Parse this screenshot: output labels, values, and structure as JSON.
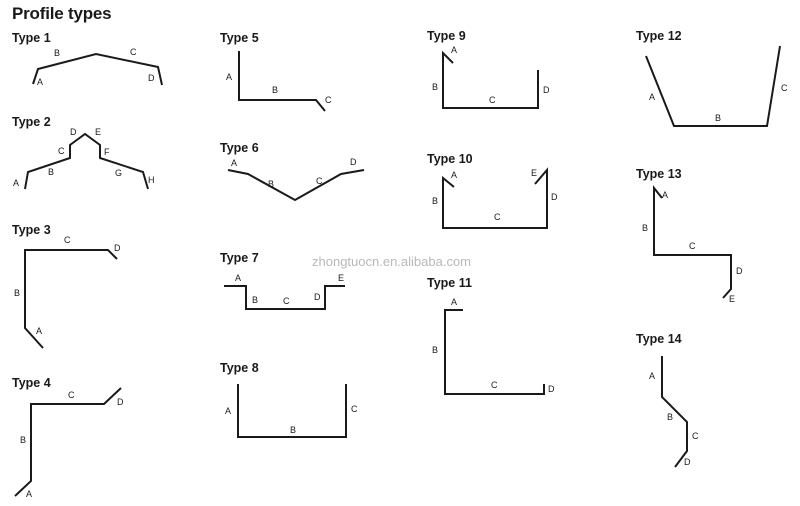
{
  "page_title": "Profile types",
  "watermark": "zhongtuocn.en.alibaba.com",
  "profiles": [
    {
      "title": "Type 1",
      "labels": [
        "A",
        "B",
        "C",
        "D"
      ]
    },
    {
      "title": "Type 2",
      "labels": [
        "A",
        "B",
        "C",
        "D",
        "E",
        "F",
        "G",
        "H"
      ]
    },
    {
      "title": "Type 3",
      "labels": [
        "A",
        "B",
        "C",
        "D"
      ]
    },
    {
      "title": "Type 4",
      "labels": [
        "A",
        "B",
        "C",
        "D"
      ]
    },
    {
      "title": "Type 5",
      "labels": [
        "A",
        "B",
        "C"
      ]
    },
    {
      "title": "Type 6",
      "labels": [
        "A",
        "B",
        "C",
        "D"
      ]
    },
    {
      "title": "Type 7",
      "labels": [
        "A",
        "B",
        "C",
        "D",
        "E"
      ]
    },
    {
      "title": "Type 8",
      "labels": [
        "A",
        "B",
        "C"
      ]
    },
    {
      "title": "Type 9",
      "labels": [
        "A",
        "B",
        "C",
        "D"
      ]
    },
    {
      "title": "Type 10",
      "labels": [
        "A",
        "B",
        "C",
        "D",
        "E"
      ]
    },
    {
      "title": "Type 11",
      "labels": [
        "A",
        "B",
        "C",
        "D"
      ]
    },
    {
      "title": "Type 12",
      "labels": [
        "A",
        "B",
        "C"
      ]
    },
    {
      "title": "Type 13",
      "labels": [
        "A",
        "B",
        "C",
        "D",
        "E"
      ]
    },
    {
      "title": "Type 14",
      "labels": [
        "A",
        "B",
        "C",
        "D"
      ]
    }
  ]
}
